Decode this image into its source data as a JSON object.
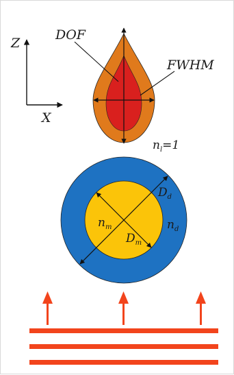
{
  "colors": {
    "outer_beam": "#E07A1C",
    "inner_beam": "#D9201E",
    "shell": "#1E72C2",
    "core": "#FBC409",
    "arrow_red": "#F2441C",
    "line": "#111111"
  },
  "axes": {
    "z_label": "Z",
    "x_label": "X"
  },
  "focus": {
    "dof_label": "DOF",
    "fwhm_label": "FWHM"
  },
  "medium": {
    "n_base": "n",
    "n_sub": "l",
    "n_value": "=1"
  },
  "sphere": {
    "core_index_base": "n",
    "core_index_sub": "m",
    "core_diameter_base": "D",
    "core_diameter_sub": "m",
    "shell_index_base": "n",
    "shell_index_sub": "d",
    "shell_diameter_base": "D",
    "shell_diameter_sub": "d"
  }
}
